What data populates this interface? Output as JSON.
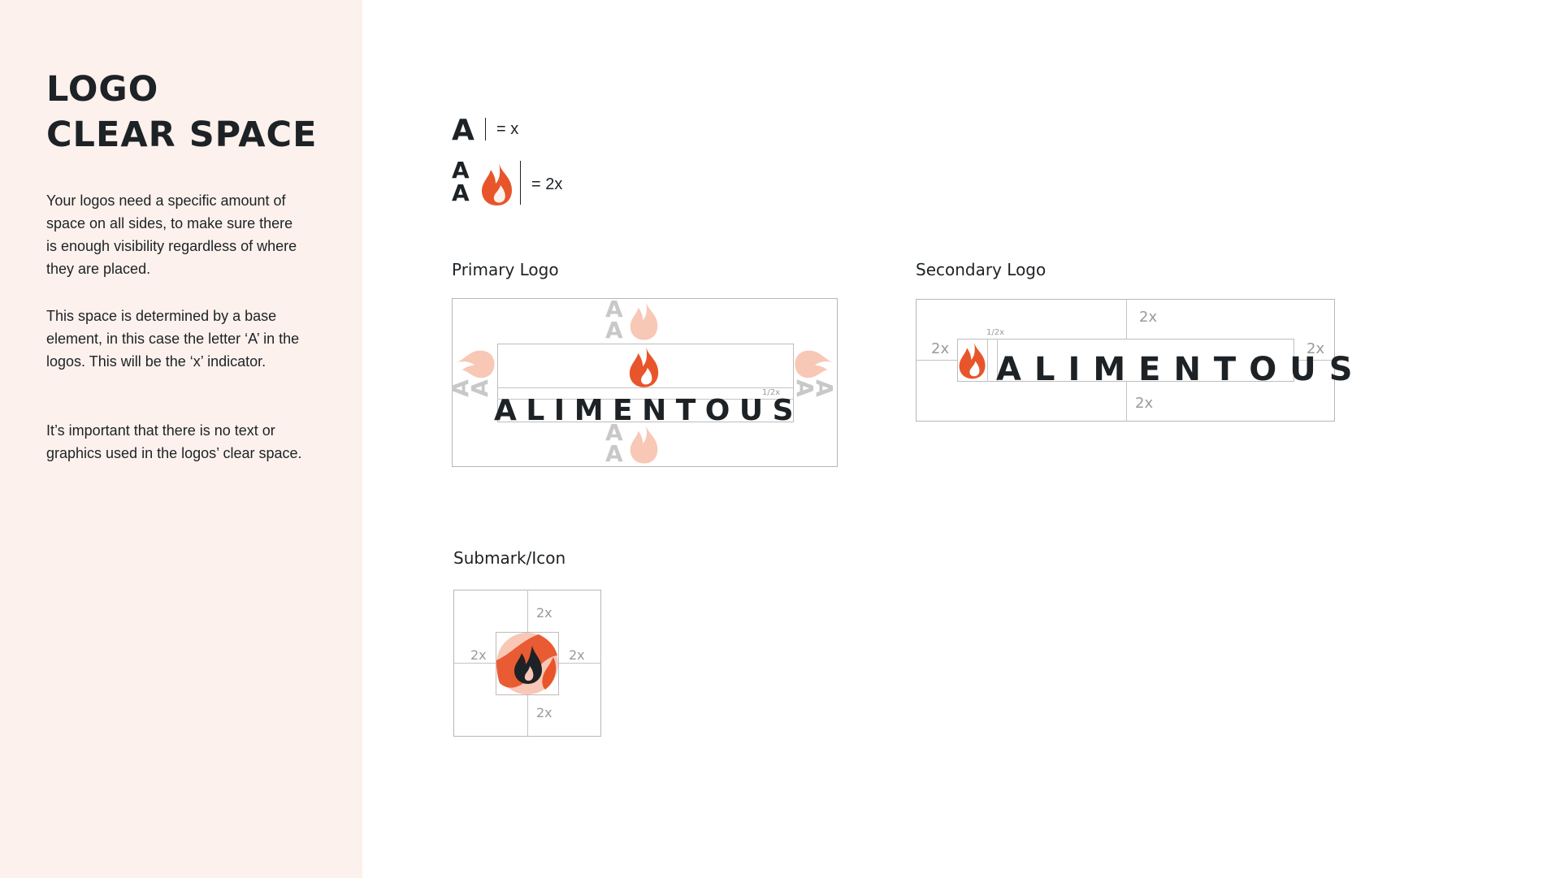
{
  "sidebar": {
    "title_line1": "LOGO",
    "title_line2": "CLEAR SPACE",
    "paragraph1": "Your logos need a specific amount of space on all sides, to make sure there is enough visibility regardless of where they are placed.",
    "paragraph2": "This space is determined by a base element, in this case the letter ‘A’ in the logos. This will be the ‘x’ indicator.",
    "paragraph3": "It’s important that there is no text or graphics used in the logos’ clear space."
  },
  "legend": {
    "letter": "A",
    "x_label": "= x",
    "two_x_label": "= 2x"
  },
  "primary": {
    "label": "Primary Logo",
    "wordmark": "ALIMENTOUS",
    "half_label": "1/2x",
    "ghost_letter": "A"
  },
  "secondary": {
    "label": "Secondary Logo",
    "wordmark": "ALIMENTOUS",
    "half_label": "1/2x",
    "top": "2x",
    "bottom": "2x",
    "left": "2x",
    "right": "2x"
  },
  "submark": {
    "label": "Submark/Icon",
    "top": "2x",
    "bottom": "2x",
    "left": "2x",
    "right": "2x"
  },
  "colors": {
    "sidebar_bg": "#fcf1ec",
    "brand_orange": "#e8552b",
    "brand_peach": "#f8c7b6",
    "ink": "#1d2226",
    "guide_gray": "#c4c4c4"
  }
}
